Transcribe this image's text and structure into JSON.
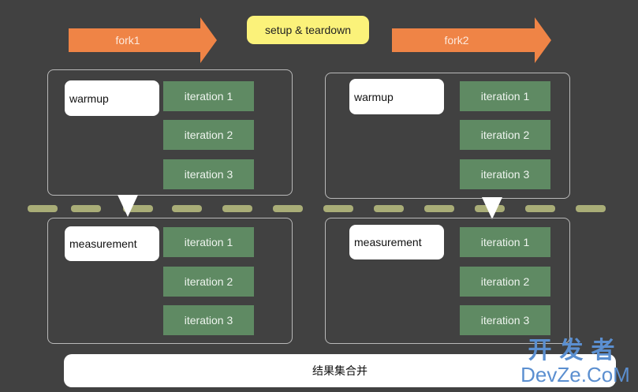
{
  "forks": [
    {
      "label": "fork1",
      "warmup": {
        "label": "warmup",
        "iterations": [
          "iteration 1",
          "iteration 2",
          "iteration 3"
        ]
      },
      "measurement": {
        "label": "measurement",
        "iterations": [
          "iteration 1",
          "iteration 2",
          "iteration 3"
        ]
      }
    },
    {
      "label": "fork2",
      "warmup": {
        "label": "warmup",
        "iterations": [
          "iteration 1",
          "iteration 2",
          "iteration 3"
        ]
      },
      "measurement": {
        "label": "measurement",
        "iterations": [
          "iteration 1",
          "iteration 2",
          "iteration 3"
        ]
      }
    }
  ],
  "setup_label": "setup & teardown",
  "result_label": "结果集合并",
  "watermark": {
    "line1": "开发者",
    "line2": "DevZe.CoM"
  },
  "colors": {
    "background": "#414141",
    "arrow": "#ef8446",
    "setup": "#fbf27a",
    "iteration": "#5f8a63",
    "divider": "#a9ad77"
  }
}
